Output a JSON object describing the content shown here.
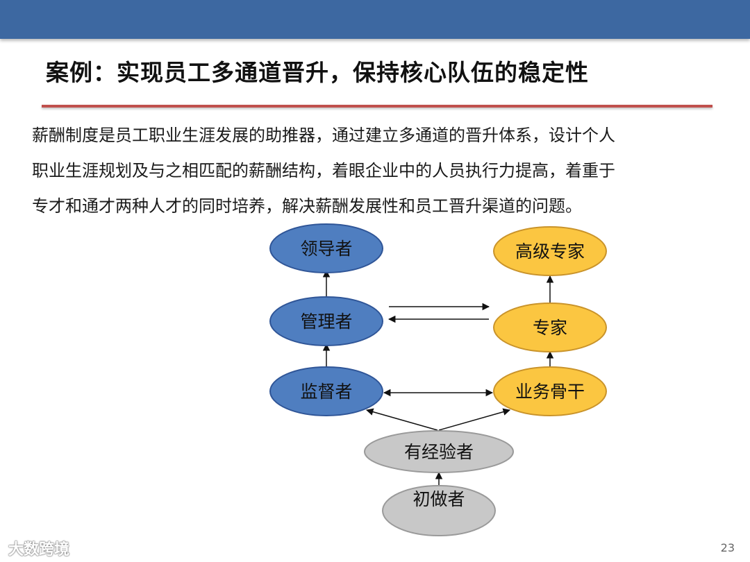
{
  "title": "案例：实现员工多通道晋升，保持核心队伍的稳定性",
  "paragraph": [
    "薪酬制度是员工职业生涯发展的助推器，通过建立多通道的晋升体系，设计个人",
    "职业生涯规划及与之相匹配的薪酬结构，着眼企业中的人员执行力提高，着重于",
    "专才和通才两种人才的同时培养，解决薪酬发展性和员工晋升渠道的问题。"
  ],
  "nodes": {
    "leader": "领导者",
    "manager": "管理者",
    "supervisor": "监督者",
    "senior_expert": "高级专家",
    "expert": "专家",
    "backbone": "业务骨干",
    "experienced": "有经验者",
    "beginner": "初做者"
  },
  "colors": {
    "header": "#3d68a1",
    "rule": "#c0504d",
    "management_fill": "#4f7ec0",
    "management_stroke": "#2f5597",
    "expert_fill": "#fbc641",
    "expert_stroke": "#c9932a",
    "base_fill": "#c8c8c8",
    "base_stroke": "#9a9a9a"
  },
  "watermark": "大数跨境",
  "page_number": "23"
}
